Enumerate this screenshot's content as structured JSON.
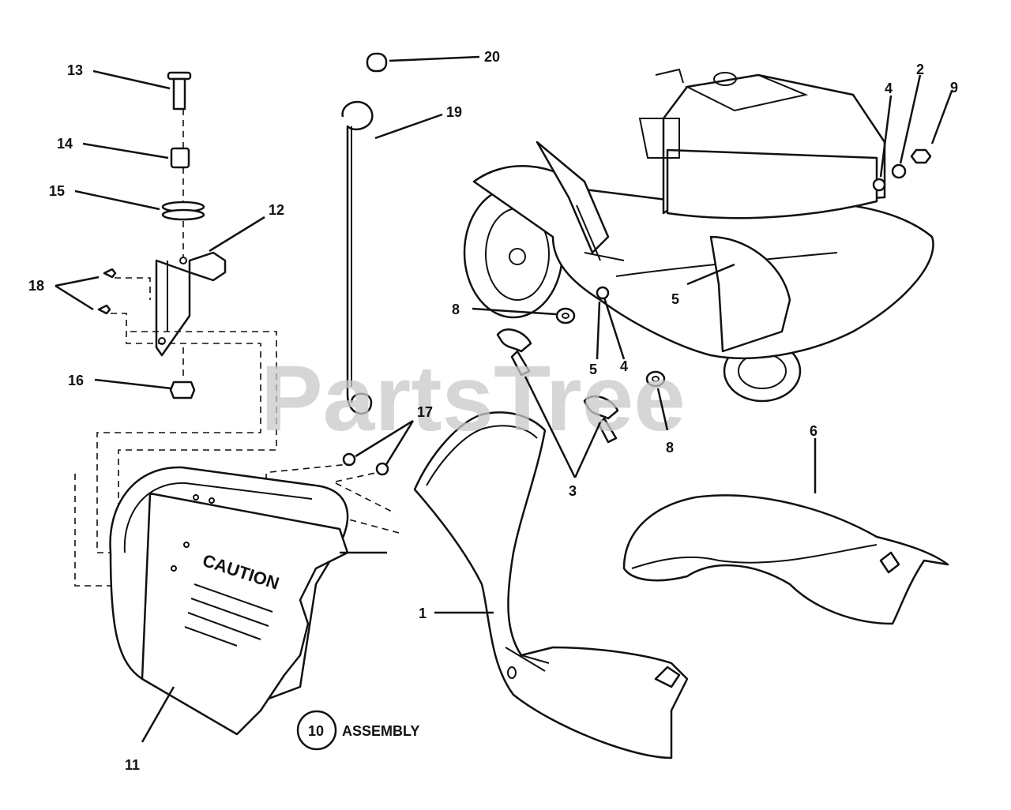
{
  "watermark": "PartsTree",
  "assembly": {
    "number": "10",
    "label": "ASSEMBLY"
  },
  "decal": {
    "heading": "CAUTION"
  },
  "callouts": {
    "c13": "13",
    "c14": "14",
    "c15": "15",
    "c12": "12",
    "c18": "18",
    "c16": "16",
    "c20": "20",
    "c19": "19",
    "c17": "17",
    "c4a": "4",
    "c2": "2",
    "c9": "9",
    "c8a": "8",
    "c5a": "5",
    "c4b": "4",
    "c5b": "5",
    "c8b": "8",
    "c3": "3",
    "c6": "6",
    "c1": "1",
    "c11": "11"
  },
  "colors": {
    "line": "#111111",
    "watermark": "#c9c9c9",
    "background": "#ffffff"
  }
}
